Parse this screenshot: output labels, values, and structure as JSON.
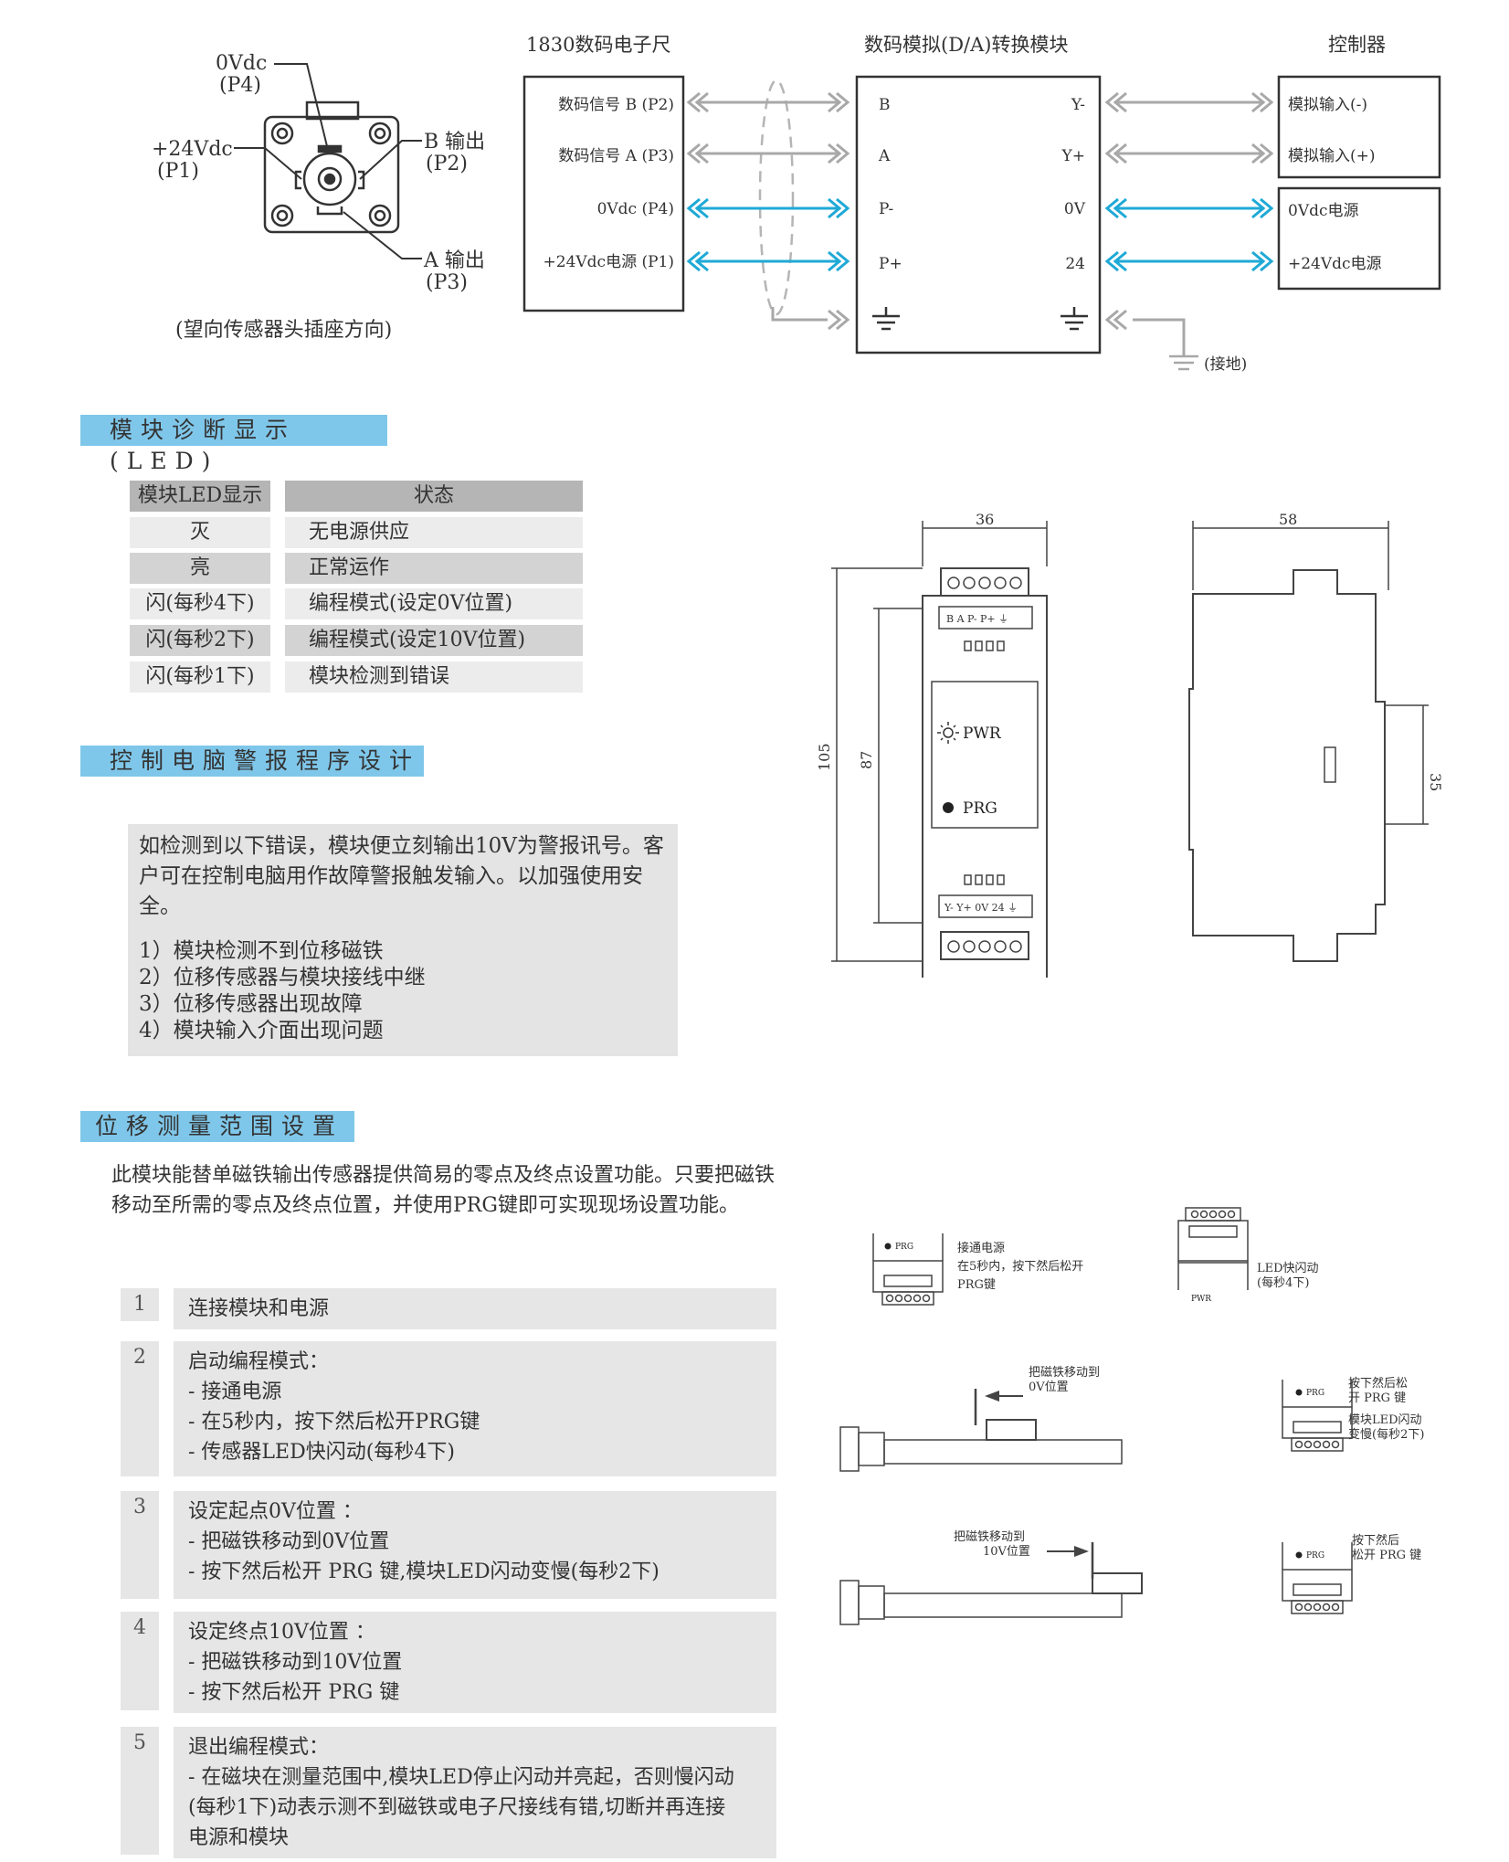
{
  "wiring": {
    "connector": {
      "p4_label": "0Vdc",
      "p4_pin": "(P4)",
      "p1_label": "+24Vdc",
      "p1_pin": "(P1)",
      "p2_label": "B 输出",
      "p2_pin": "(P2)",
      "p3_label": "A 输出",
      "p3_pin": "(P3)",
      "caption": "(望向传感器头插座方向)"
    },
    "ruler": {
      "title": "1830数码电子尺",
      "rows": [
        "数码信号 B (P2)",
        "数码信号 A (P3)",
        "0Vdc (P4)",
        "+24Vdc电源 (P1)"
      ]
    },
    "module": {
      "title": "数码模拟(D/A)转换模块",
      "left_terms": [
        "B",
        "A",
        "P-",
        "P+"
      ],
      "right_terms": [
        "Y-",
        "Y+",
        "0V",
        "24"
      ]
    },
    "controller": {
      "title": "控制器",
      "rows": [
        "模拟输入(-)",
        "模拟输入(+)",
        "0Vdc电源",
        "+24Vdc电源"
      ]
    },
    "ground_label": "(接地)",
    "colors": {
      "signal": "#a8a8a8",
      "power": "#1fa9d6"
    }
  },
  "led": {
    "header": "模块诊断显示(LED)",
    "col1": "模块LED显示",
    "col2": "状态",
    "rows": [
      {
        "led": "灭",
        "state": "无电源供应"
      },
      {
        "led": "亮",
        "state": "正常运作"
      },
      {
        "led": "闪(每秒4下)",
        "state": "编程模式(设定0V位置)"
      },
      {
        "led": "闪(每秒2下)",
        "state": "编程模式(设定10V位置)"
      },
      {
        "led": "闪(每秒1下)",
        "state": "模块检测到错误"
      }
    ]
  },
  "alarm": {
    "header": "控制电脑警报程序设计",
    "intro": "如检测到以下错误，模块便立刻输出10V为警报讯号。客户可在控制电脑用作故障警报触发输入。以加强使用安全。",
    "items": [
      "1）模块检测不到位移磁铁",
      "2）位移传感器与模块接线中继",
      "3）位移传感器出现故障",
      "4）模块输入介面出现问题"
    ]
  },
  "dimensions": {
    "w36": "36",
    "w58": "58",
    "h105": "105",
    "h87": "87",
    "h35": "35",
    "top_label": "B  A  P-  P+ ⏚",
    "bottom_label": "Y-  Y+  0V  24 ⏚",
    "pwr": "PWR",
    "prg": "PRG"
  },
  "range": {
    "header": "位移测量范围设置",
    "intro": "此模块能替单磁铁输出传感器提供简易的零点及终点设置功能。只要把磁铁移动至所需的零点及终点位置，并使用PRG键即可实现现场设置功能。",
    "steps": [
      {
        "num": "1",
        "lines": [
          "连接模块和电源"
        ]
      },
      {
        "num": "2",
        "lines": [
          "启动编程模式：",
          "- 接通电源",
          "- 在5秒内，按下然后松开PRG键",
          "- 传感器LED快闪动(每秒4下)"
        ]
      },
      {
        "num": "3",
        "lines": [
          "设定起点0V位置 ：",
          "- 把磁铁移动到0V位置",
          "- 按下然后松开 PRG 键,模块LED闪动变慢(每秒2下)"
        ]
      },
      {
        "num": "4",
        "lines": [
          "设定终点10V位置 ：",
          "- 把磁铁移动到10V位置",
          "- 按下然后松开 PRG 键"
        ]
      },
      {
        "num": "5",
        "lines": [
          "退出编程模式：",
          "- 在磁块在测量范围中,模块LED停止闪动并亮起，否则慢闪动",
          "(每秒1下)动表示测不到磁铁或电子尺接线有错,切断并再连接",
          "电源和模块"
        ]
      }
    ]
  },
  "illus": {
    "a1": "接通电源",
    "a2": "在5秒内，按下然后松开",
    "a3": "PRG键",
    "b1": "LED快闪动",
    "b2": "(每秒4下)",
    "c1": "把磁铁移动到",
    "c2": "0V位置",
    "d1": "按下然后松",
    "d2": "开 PRG 键",
    "d3": "模块LED闪动",
    "d4": "变慢(每秒2下)",
    "e1": "把磁铁移动到",
    "e2": "10V位置",
    "f1": "按下然后",
    "f2": "松开 PRG 键",
    "prg_small": "PRG",
    "pwr_small": "PWR"
  }
}
